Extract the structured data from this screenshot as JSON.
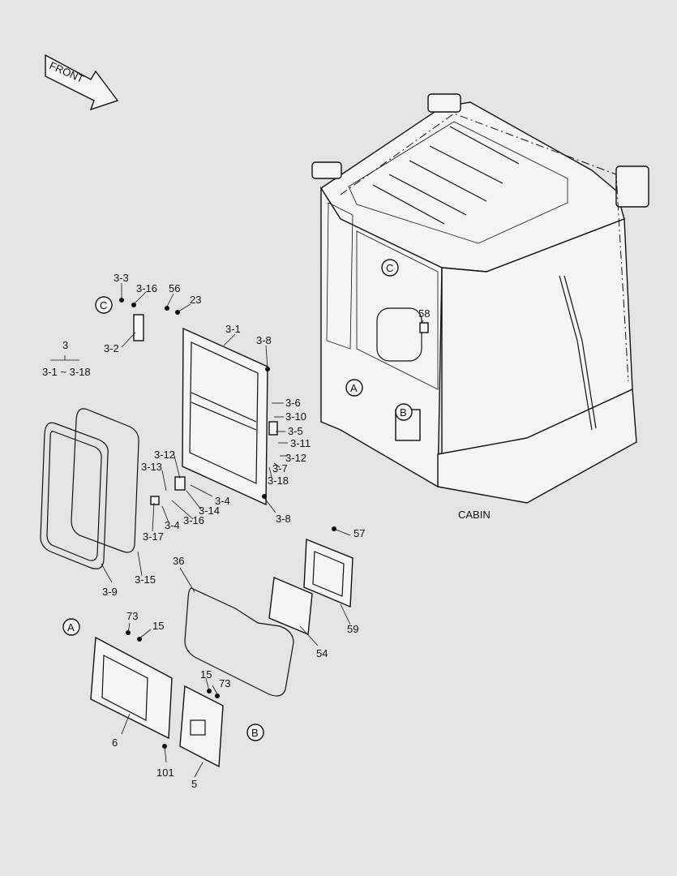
{
  "front_arrow": {
    "label": "FRONT"
  },
  "cabin_label": "CABIN",
  "group": {
    "parent": "3",
    "range": "3-1 ~ 3-18"
  },
  "callouts": [
    {
      "id": "c-top",
      "letter": "C"
    },
    {
      "id": "c-cabin",
      "letter": "C"
    },
    {
      "id": "a-cabin",
      "letter": "A"
    },
    {
      "id": "b-cabin",
      "letter": "B"
    },
    {
      "id": "a-panel",
      "letter": "A"
    },
    {
      "id": "b-panel",
      "letter": "B"
    }
  ],
  "labels": [
    "3-3",
    "3-16",
    "56",
    "23",
    "3-2",
    "3-1",
    "3-8",
    "3-6",
    "3-10",
    "3-5",
    "3-11",
    "3-12",
    "3-7",
    "3-18",
    "3-12",
    "3-13",
    "3-4",
    "3-14",
    "3-16",
    "3-4",
    "3-17",
    "3-8",
    "3-9",
    "3-15",
    "36",
    "57",
    "59",
    "54",
    "58",
    "73",
    "15",
    "6",
    "15",
    "73",
    "101",
    "5"
  ]
}
